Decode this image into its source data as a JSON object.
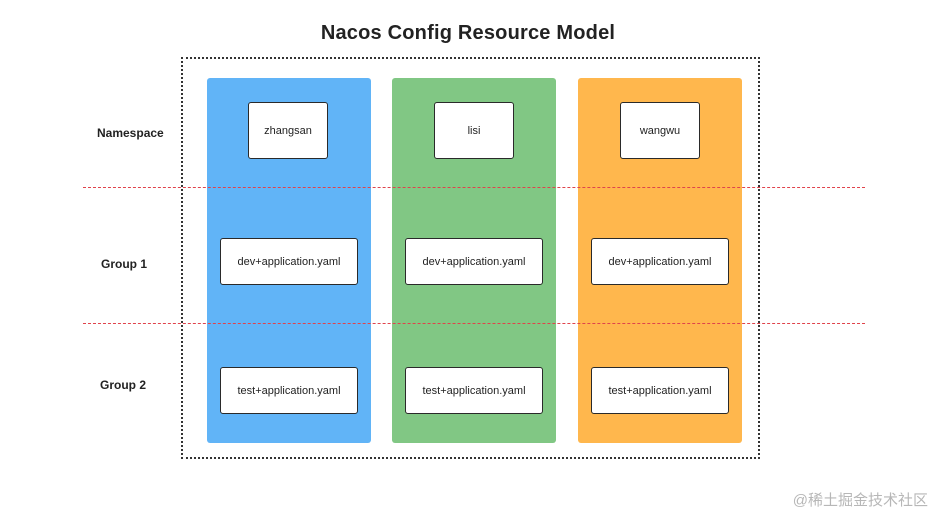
{
  "title": "Nacos Config Resource Model",
  "rows": {
    "namespace": "Namespace",
    "group1": "Group 1",
    "group2": "Group 2"
  },
  "columns": [
    {
      "color": "#61b4f7",
      "namespace": "zhangsan",
      "group1_file": "dev+application.yaml",
      "group2_file": "test+application.yaml"
    },
    {
      "color": "#81c784",
      "namespace": "lisi",
      "group1_file": "dev+application.yaml",
      "group2_file": "test+application.yaml"
    },
    {
      "color": "#ffb74d",
      "namespace": "wangwu",
      "group1_file": "dev+application.yaml",
      "group2_file": "test+application.yaml"
    }
  ],
  "colors": {
    "divider": "#e0434b",
    "outline": "#333333"
  },
  "watermark": "@稀土掘金技术社区"
}
